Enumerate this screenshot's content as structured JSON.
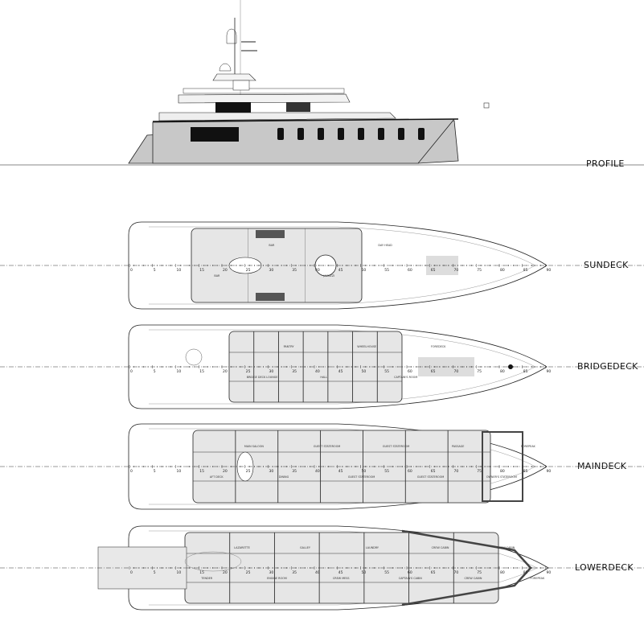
{
  "decks": [
    {
      "id": "profile",
      "label": "PROFILE"
    },
    {
      "id": "sundeck",
      "label": "SUNDECK"
    },
    {
      "id": "bridgedeck",
      "label": "BRIDGEDECK"
    },
    {
      "id": "maindeck",
      "label": "MAINDECK"
    },
    {
      "id": "lowerdeck",
      "label": "LOWERDECK"
    }
  ],
  "frames": [
    0,
    5,
    10,
    15,
    20,
    25,
    30,
    35,
    40,
    45,
    50,
    55,
    60,
    65,
    70,
    75,
    80,
    85,
    90
  ],
  "rooms": {
    "sundeck": [
      "BAR",
      "BAR",
      "JACUZZI",
      "DAY HEAD"
    ],
    "bridgedeck": [
      "BRIDGE DECK LOUNGE",
      "PANTRY",
      "HALL",
      "WHEELHOUSE",
      "CAPTAIN'S ROOM",
      "FOREDECK"
    ],
    "maindeck": [
      "AFT DECK",
      "MAIN SALOON",
      "DINING",
      "GUEST STATEROOM",
      "GUEST STATEROOM",
      "GUEST STATEROOM",
      "GUEST STATEROOM",
      "PASSAGE",
      "OWNER'S STATEROOM",
      "FOREPEAK"
    ],
    "lowerdeck": [
      "TENDER",
      "LAZARETTE",
      "ENGINE ROOM",
      "GALLEY",
      "CREW MESS",
      "LAUNDRY",
      "CAPTAIN'S CABIN",
      "CREW CABIN",
      "CREW CABIN",
      "CREW CABIN",
      "FOREPEAK"
    ]
  },
  "colors": {
    "hull": "#c8c8c8",
    "line": "#222222",
    "window": "#111111",
    "dark_fill": "#555555",
    "deck_fill": "#e6e6e6"
  }
}
